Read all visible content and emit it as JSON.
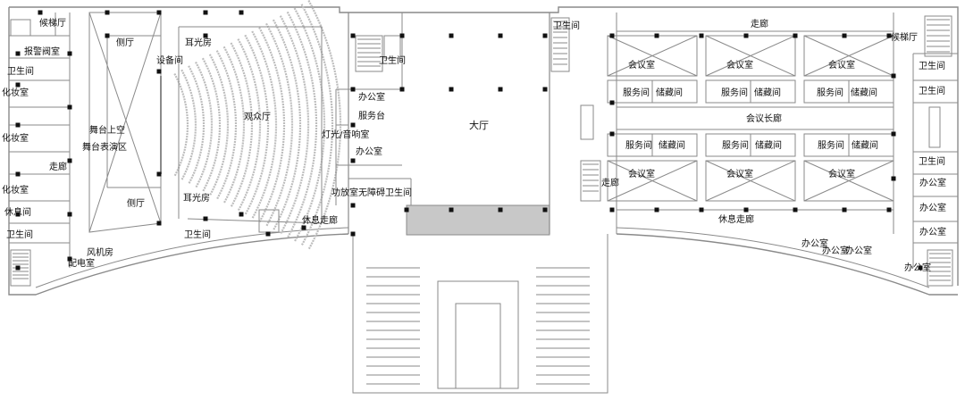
{
  "labels": {
    "stair_hall_w": "候梯厅",
    "alarm_valve_room": "报警阀室",
    "wc_w1": "卫生间",
    "makeup_1": "化妆室",
    "makeup_2": "化妆室",
    "makeup_3": "化妆室",
    "lounge_w": "休息间",
    "wc_w2": "卫生间",
    "corridor_w": "走廊",
    "stage_flyspace": "舞台上空",
    "stage_perform": "舞台表演区",
    "side_hall_top": "侧厅",
    "side_hall_bottom": "侧厅",
    "equipment_room": "设备间",
    "ear_light_top": "耳光房",
    "ear_light_bottom": "耳光房",
    "auditorium": "观众厅",
    "fan_room": "风机房",
    "power_room": "配电室",
    "wc_w3": "卫生间",
    "wc_c1": "卫生间",
    "office_c1": "办公室",
    "service_desk": "服务台",
    "light_sound": "灯光/音响室",
    "office_c2": "办公室",
    "amp_room": "功放室",
    "accessible_wc": "无障碍卫生间",
    "lounge_corridor_c": "休息走廊",
    "lobby": "大厅",
    "wc_c2": "卫生间",
    "corridor_e_vert": "走廊",
    "corridor_e_top": "走廊",
    "meeting_1": "会议室",
    "meeting_2": "会议室",
    "meeting_3": "会议室",
    "meeting_4": "会议室",
    "meeting_5": "会议室",
    "meeting_6": "会议室",
    "service_1": "服务间",
    "storage_1": "储藏间",
    "service_2": "服务间",
    "storage_2": "储藏间",
    "service_3": "服务间",
    "storage_3": "储藏间",
    "service_4": "服务间",
    "storage_4": "储藏间",
    "service_5": "服务间",
    "storage_5": "储藏间",
    "service_6": "服务间",
    "storage_6": "储藏间",
    "meeting_corridor": "会议长廊",
    "lounge_corridor_e": "休息走廊",
    "stair_hall_e": "候梯厅",
    "wc_e1": "卫生间",
    "wc_e2": "卫生间",
    "wc_e3": "卫生间",
    "office_e1": "办公室",
    "office_e2": "办公室",
    "office_e3": "办公室",
    "office_e4": "办公室",
    "office_e5": "办公室",
    "office_e6": "办公室"
  },
  "colors": {
    "wall": "#8a8a8a",
    "column": "#111111",
    "seat": "#bdbdbd",
    "hatch": "#c8c8c8"
  }
}
